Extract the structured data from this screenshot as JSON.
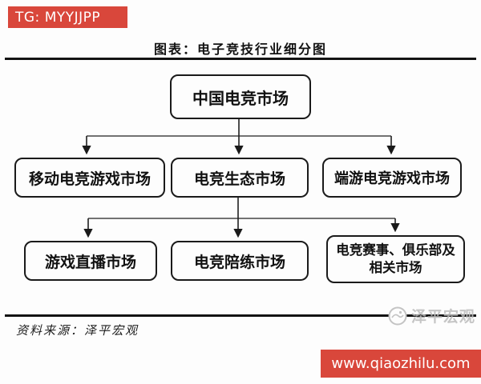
{
  "banners": {
    "top": {
      "text": "TG: MYYJJPP",
      "bg": "#d9473b",
      "fg": "#ffffff"
    },
    "bottom": {
      "text": "www.qiaozhilu.com",
      "bg": "#d9473b",
      "fg": "#ffffff"
    }
  },
  "figure": {
    "title": "图表：电子竞技行业细分图",
    "source": "资料来源：泽平宏观",
    "watermark": "泽平宏观"
  },
  "diagram": {
    "type": "tree",
    "root": {
      "label": "中国电竞市场"
    },
    "level2": [
      {
        "label": "移动电竞游戏市场"
      },
      {
        "label": "电竞生态市场"
      },
      {
        "label": "端游电竞游戏市场"
      }
    ],
    "level3": [
      {
        "label": "游戏直播市场"
      },
      {
        "label": "电竞陪练市场"
      },
      {
        "label": "电竞赛事、俱乐部及相关市场"
      }
    ],
    "edges": [
      {
        "from": "中国电竞市场",
        "to": "移动电竞游戏市场"
      },
      {
        "from": "中国电竞市场",
        "to": "电竞生态市场"
      },
      {
        "from": "中国电竞市场",
        "to": "端游电竞游戏市场"
      },
      {
        "from": "电竞生态市场",
        "to": "游戏直播市场"
      },
      {
        "from": "电竞生态市场",
        "to": "电竞陪练市场"
      },
      {
        "from": "电竞生态市场",
        "to": "电竞赛事、俱乐部及相关市场"
      }
    ]
  },
  "colors": {
    "banner_red": "#d9473b",
    "box_border": "#1a1a1a",
    "rule_black": "#131313",
    "watermark_gray": "#bcbcbc"
  }
}
